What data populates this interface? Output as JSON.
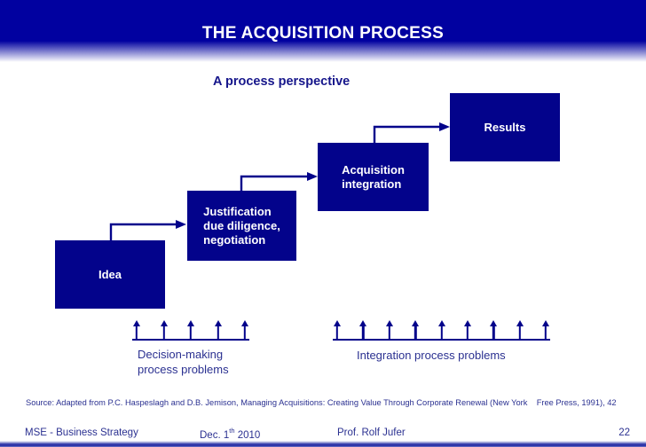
{
  "slide": {
    "title": "THE ACQUISITION PROCESS",
    "subtitle": "A process perspective"
  },
  "diagram": {
    "boxes": [
      {
        "id": "idea",
        "label": "Idea"
      },
      {
        "id": "justification",
        "label": "Justification\ndue diligence,\nnegotiation"
      },
      {
        "id": "acquisition-integration",
        "label": "Acquisition\nintegration"
      },
      {
        "id": "results",
        "label": "Results"
      }
    ],
    "problem_groups": [
      {
        "label": "Decision-making\nprocess problems",
        "arrow_count": 5
      },
      {
        "label": "Integration process problems",
        "arrow_count": 9
      }
    ]
  },
  "colors": {
    "header_bar": "#0101A0",
    "box_fill": "#03038B",
    "arrow": "#03038B",
    "label_text": "#2B3191",
    "box_text": "#FFFFFF"
  },
  "source_note": "Source: Adapted from P.C. Haspeslagh and D.B. Jemison, Managing Acquisitions: Creating Value Through Corporate Renewal (New York    Free Press, 1991), 42",
  "footer": {
    "course": "MSE - Business Strategy",
    "date_prefix": "Dec. 1",
    "date_superscript": "th",
    "date_suffix": " 2010",
    "author": "Prof. Rolf Jufer",
    "page_number": "22"
  }
}
